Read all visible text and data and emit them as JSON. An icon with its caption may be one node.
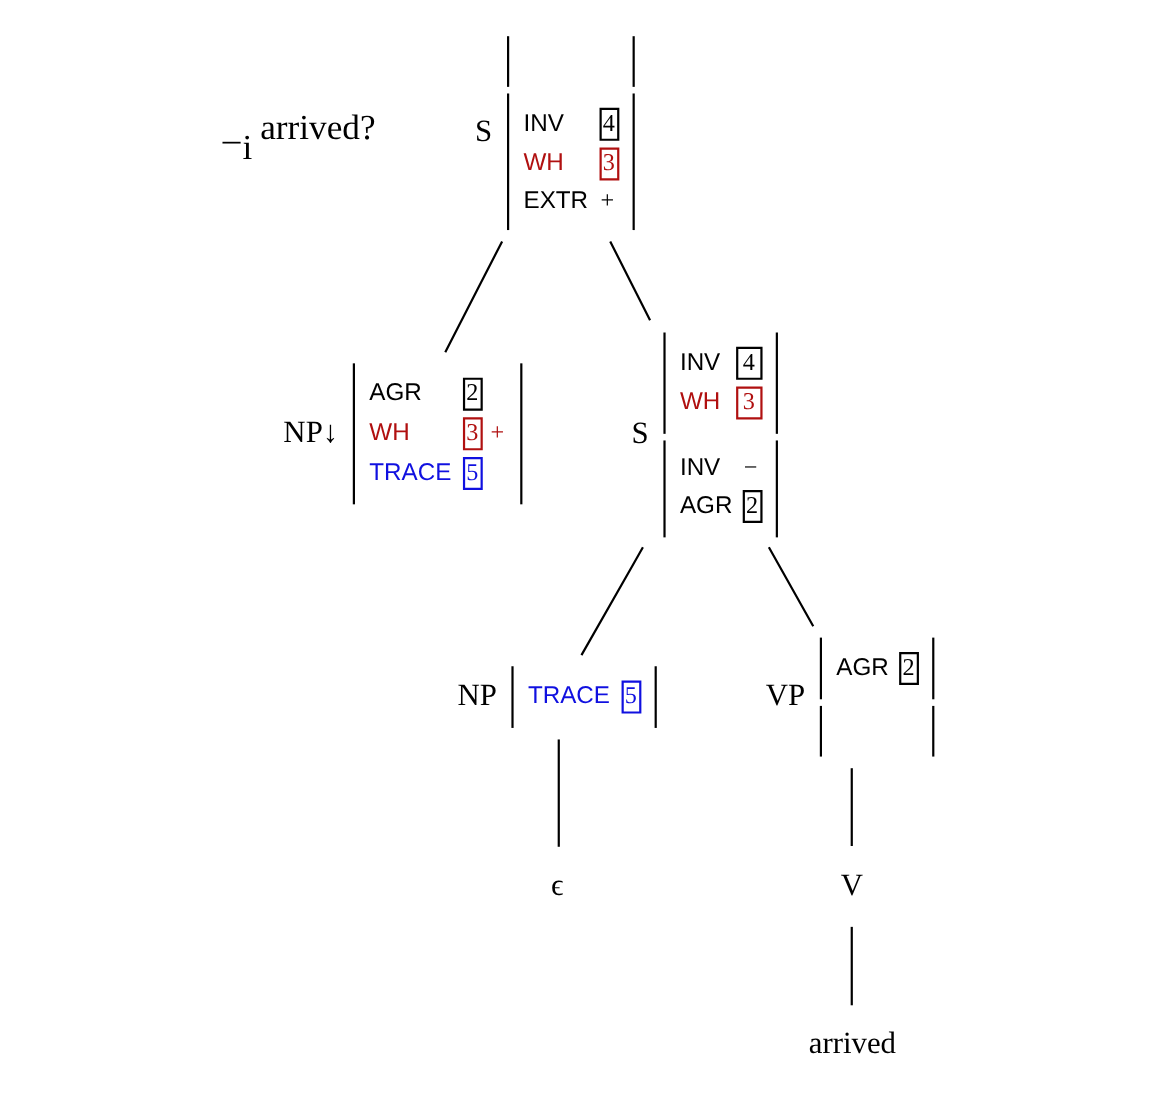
{
  "diagram": {
    "nodes": [
      {
        "text": [
          "S",
          "INV",
          "4",
          "WH",
          "3",
          "EXTR",
          "+"
        ]
      },
      {
        "text": [
          "NP↓",
          "AGR",
          "2",
          "WH",
          "3",
          "+",
          "TRACE",
          "5"
        ]
      },
      {
        "text": [
          "S",
          "INV",
          "4",
          "WH",
          "3",
          "INV",
          "−",
          "AGR",
          "2"
        ]
      },
      {
        "text": [
          "NP",
          "TRACE",
          "5"
        ]
      },
      {
        "text": [
          "VP",
          "AGR",
          "2"
        ]
      },
      {
        "text": [
          "ϵ"
        ]
      },
      {
        "text": [
          "V"
        ]
      },
      {
        "text": [
          "arrived"
        ]
      }
    ],
    "edges": [
      {
        "from": 0,
        "to": 1,
        "arrow": "none"
      },
      {
        "from": 0,
        "to": 2,
        "arrow": "none"
      },
      {
        "from": 2,
        "to": 3,
        "arrow": "none"
      },
      {
        "from": 2,
        "to": 4,
        "arrow": "none"
      },
      {
        "from": 3,
        "to": 5,
        "arrow": "none"
      },
      {
        "from": 4,
        "to": 6,
        "arrow": "none"
      },
      {
        "from": 6,
        "to": 7,
        "arrow": "none"
      }
    ],
    "labels": [
      "_$_{i}$ arrived?"
    ]
  }
}
